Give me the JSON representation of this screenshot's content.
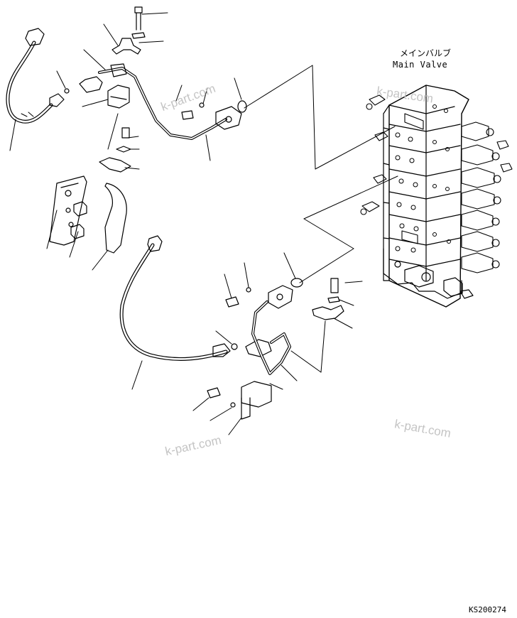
{
  "title_jp": "メインバルブ",
  "title_en": "Main Valve",
  "watermark": "k-part.com",
  "drawing_number": "KS200274"
}
